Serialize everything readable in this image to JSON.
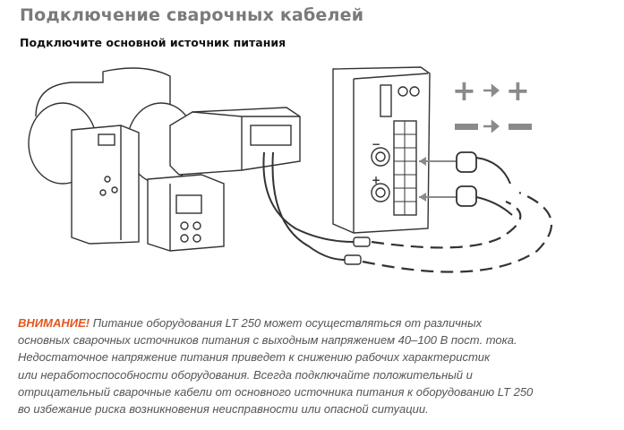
{
  "header": {
    "title": "Подключение сварочных кабелей",
    "subtitle": "Подключите основной источник питания"
  },
  "illustration": {
    "positive_symbol": "+",
    "negative_symbol": "−",
    "color_line": "#333333",
    "color_symbols": "#8a8a8a"
  },
  "warning": {
    "label": "ВНИМАНИЕ!",
    "label_color": "#e2561c",
    "lines": [
      "Питание оборудования LT 250 может осуществляться от различных",
      "основных сварочных источников питания с выходным напряжением 40–100 В пост. тока.",
      "Недостаточное напряжение питания приведет к снижению рабочих характеристик",
      "или неработоспособности оборудования. Всегда подключайте положительный и",
      "отрицательный сварочные кабели от основного источника питания к оборудованию LT 250",
      "во избежание риска возникновения неисправности или опасной ситуации."
    ]
  }
}
